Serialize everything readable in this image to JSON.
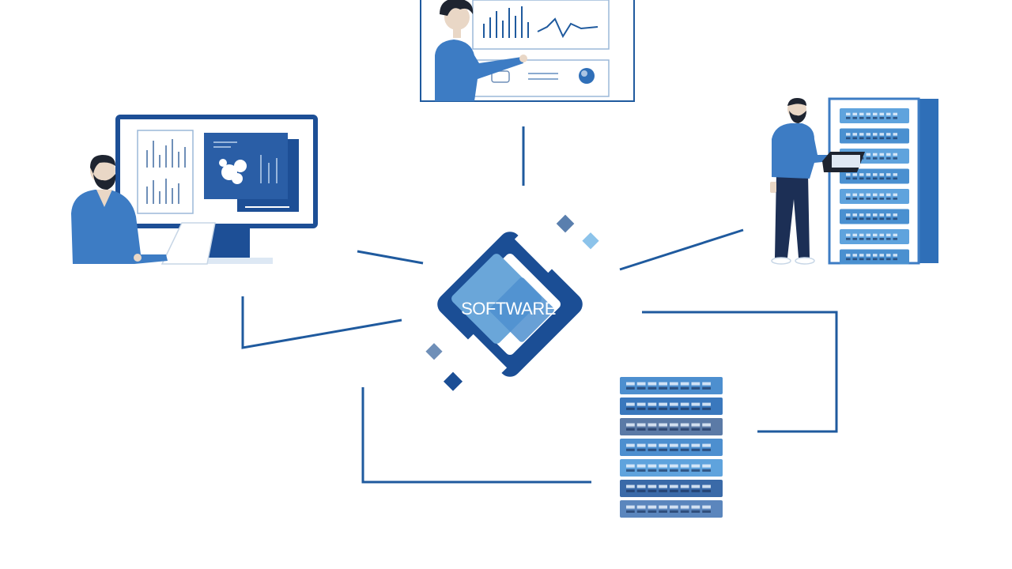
{
  "center_logo": {
    "label": "SOFTWARE",
    "colors": {
      "dark_blue": "#1b4e95",
      "light_blue": "#6aa6d9",
      "mid_blue": "#2f6fb8"
    }
  },
  "nodes": [
    {
      "name": "analyst-presenting-chart",
      "icon": "person-whiteboard-icon"
    },
    {
      "name": "developer-at-monitor",
      "icon": "person-computer-icon"
    },
    {
      "name": "technician-at-server-rack",
      "icon": "person-server-icon"
    },
    {
      "name": "server-stack",
      "icon": "server-stack-icon"
    }
  ],
  "palette": {
    "line": "#1f5a9e",
    "shirt": "#3d7cc4",
    "pants": "#1c2f55",
    "skin": "#e9d7c6",
    "hair": "#1e2430",
    "screen_blue": "#1d4f96",
    "panel_blue": "#5fa3dd"
  }
}
